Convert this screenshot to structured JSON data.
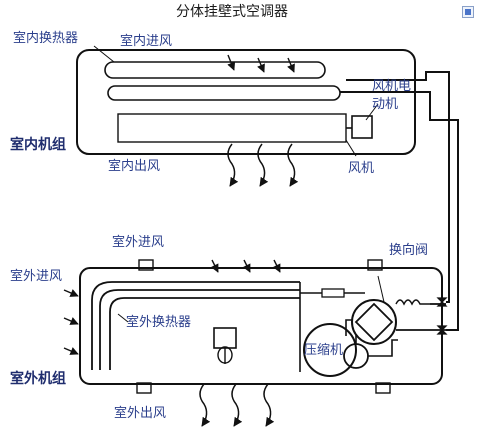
{
  "title": "分体挂壁式空调器",
  "labels": {
    "indoor_heat_exchanger": "室内换热器",
    "indoor_air_in": "室内进风",
    "fan_motor": "风机电动机",
    "indoor_unit": "室内机组",
    "indoor_air_out": "室内出风",
    "fan": "风机",
    "outdoor_air_in_top": "室外进风",
    "reversing_valve": "换向阀",
    "outdoor_air_in_left": "室外进风",
    "outdoor_heat_exchanger": "室外换热器",
    "compressor": "压缩机",
    "outdoor_unit": "室外机组",
    "outdoor_air_out": "室外出风"
  },
  "icons": {
    "corner": "image-icon"
  }
}
